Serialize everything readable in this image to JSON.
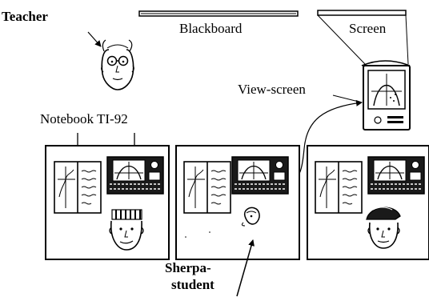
{
  "labels": {
    "teacher": "Teacher",
    "blackboard": "Blackboard",
    "screen": "Screen",
    "view_screen": "View-screen",
    "notebook_ti92": "Notebook TI-92",
    "sherpa_line1": "Sherpa-",
    "sherpa_line2": "student"
  },
  "colors": {
    "ink": "#000000",
    "paper": "#ffffff",
    "screen_dark": "#1a1a1a"
  },
  "icons": [
    "teacher-face-icon",
    "student-face-icon",
    "ti92-calculator-icon",
    "notebook-icon",
    "view-screen-projector-icon"
  ]
}
